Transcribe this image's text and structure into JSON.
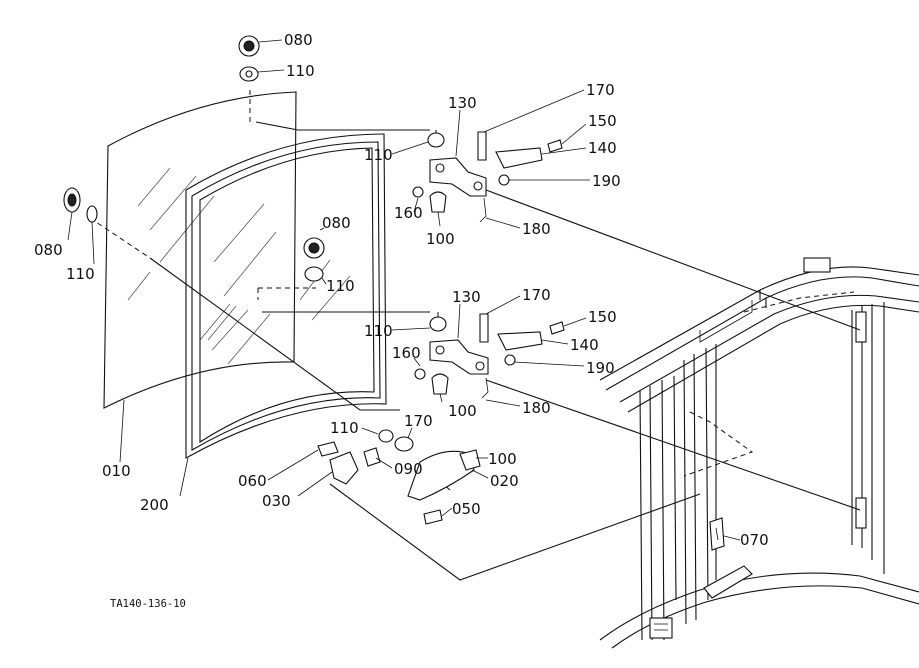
{
  "callouts": [
    {
      "id": "c080a",
      "text": "080"
    },
    {
      "id": "c110a",
      "text": "110"
    },
    {
      "id": "c080b",
      "text": "080"
    },
    {
      "id": "c110b",
      "text": "110"
    },
    {
      "id": "c010",
      "text": "010"
    },
    {
      "id": "c200",
      "text": "200"
    },
    {
      "id": "c080c",
      "text": "080"
    },
    {
      "id": "c110c",
      "text": "110"
    },
    {
      "id": "c130a",
      "text": "130"
    },
    {
      "id": "c170a",
      "text": "170"
    },
    {
      "id": "c150a",
      "text": "150"
    },
    {
      "id": "c140a",
      "text": "140"
    },
    {
      "id": "c110d",
      "text": "110"
    },
    {
      "id": "c190a",
      "text": "190"
    },
    {
      "id": "c160a",
      "text": "160"
    },
    {
      "id": "c100a",
      "text": "100"
    },
    {
      "id": "c180a",
      "text": "180"
    },
    {
      "id": "c130b",
      "text": "130"
    },
    {
      "id": "c170b",
      "text": "170"
    },
    {
      "id": "c150b",
      "text": "150"
    },
    {
      "id": "c110e",
      "text": "110"
    },
    {
      "id": "c140b",
      "text": "140"
    },
    {
      "id": "c160b",
      "text": "160"
    },
    {
      "id": "c190b",
      "text": "190"
    },
    {
      "id": "c100b",
      "text": "100"
    },
    {
      "id": "c180b",
      "text": "180"
    },
    {
      "id": "c110f",
      "text": "110"
    },
    {
      "id": "c170c",
      "text": "170"
    },
    {
      "id": "c100c",
      "text": "100"
    },
    {
      "id": "c060",
      "text": "060"
    },
    {
      "id": "c090",
      "text": "090"
    },
    {
      "id": "c020",
      "text": "020"
    },
    {
      "id": "c030",
      "text": "030"
    },
    {
      "id": "c050",
      "text": "050"
    },
    {
      "id": "c070",
      "text": "070"
    }
  ],
  "drawing_ref": "TA140-136-10"
}
